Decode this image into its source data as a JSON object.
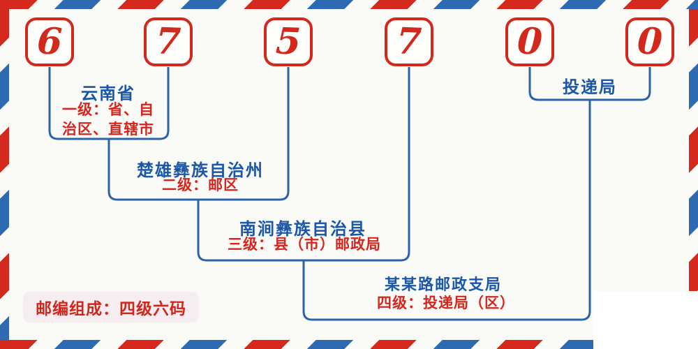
{
  "postal_code": {
    "value": "675700",
    "digits": [
      "6",
      "7",
      "5",
      "7",
      "0",
      "0"
    ]
  },
  "levels": [
    {
      "region": "云南省",
      "desc_lines": [
        "一级：省、自",
        "治区、直辖市"
      ]
    },
    {
      "region": "楚雄彝族自治州",
      "desc_lines": [
        "二级：邮区"
      ]
    },
    {
      "region": "南涧彝族自治县",
      "desc_lines": [
        "三级：县（市）邮政局"
      ]
    },
    {
      "region": "某某路邮政支局",
      "desc_lines": [
        "四级：投递局（区）"
      ]
    },
    {
      "region": "投递局",
      "desc_lines": []
    }
  ],
  "badge": {
    "label": "邮编组成：四级六码"
  },
  "colors": {
    "stripe_red": "#d5291d",
    "stripe_blue": "#2e6ab2",
    "digit_red": "#d3281c",
    "line_blue": "#2b63ab",
    "text_blue": "#1b57a9",
    "text_red": "#d6251e",
    "badge_bg": "#f5edf0",
    "background": "#fafaf7"
  }
}
